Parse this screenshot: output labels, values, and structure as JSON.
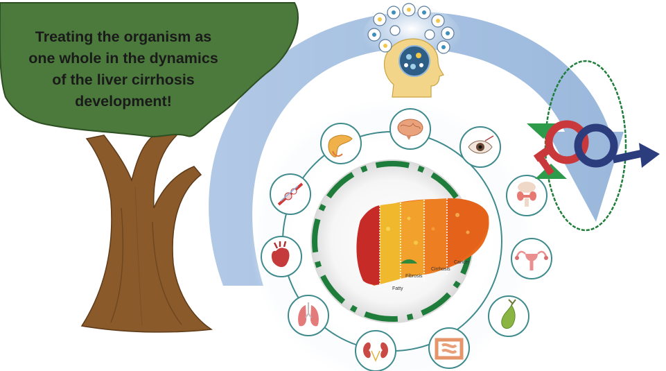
{
  "caption": {
    "lines": [
      "Treating the organism as",
      "one whole in the dynamics",
      "of the liver cirrhosis",
      "development!"
    ]
  },
  "liver_stages": [
    "Fatty",
    "Fibrosis",
    "Cirrhosis",
    "Cancer"
  ],
  "organs": [
    "brain-icon",
    "eye-icon",
    "thyroid-icon",
    "uterus-icon",
    "gallbladder-icon",
    "intestine-icon",
    "kidneys-icon",
    "lungs-icon",
    "heart-icon",
    "blood-vessel-icon",
    "pancreas-icon"
  ],
  "colors": {
    "crown": "#4b7a3c",
    "trunk": "#8b5a2b",
    "arc": "#9db9dc",
    "dash_ring": "#1f7d3b",
    "female_symbol": "#c9393c",
    "male_symbol": "#2c3d7e",
    "cycle": "#1e7e3a"
  }
}
